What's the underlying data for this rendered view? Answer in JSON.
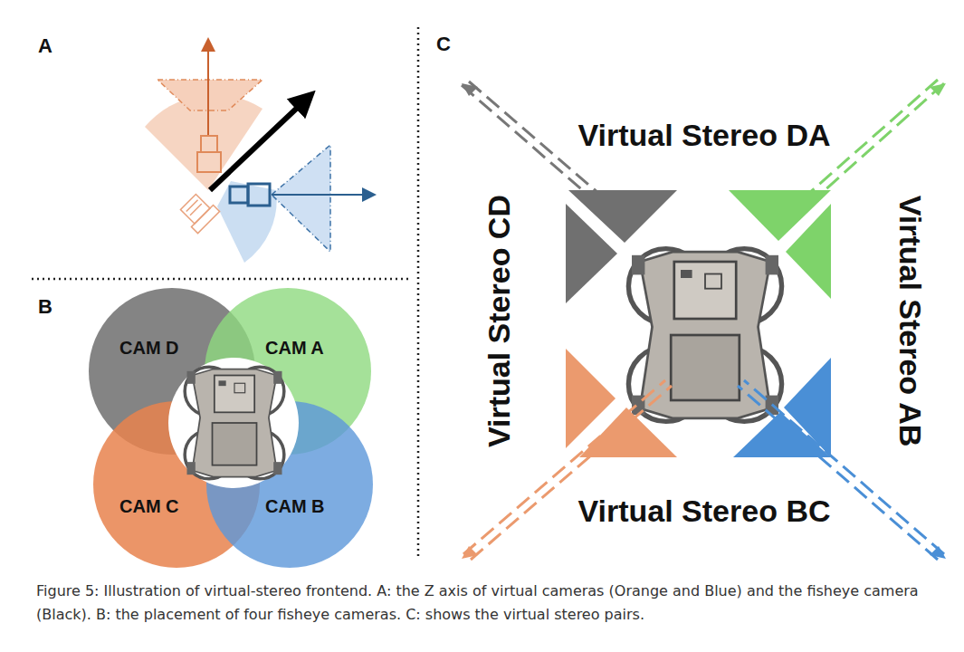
{
  "diagram": {
    "caption": "Figure 5: Illustration of virtual-stereo frontend. A: the Z axis of virtual cameras (Orange and Blue) and the fisheye camera (Black). B: the placement of four fisheye cameras. C: shows the virtual stereo pairs.",
    "nodes": [
      {
        "text": [
          "CAM D"
        ]
      },
      {
        "text": [
          "CAM A"
        ]
      },
      {
        "text": [
          "CAM C"
        ]
      },
      {
        "text": [
          "CAM B"
        ]
      }
    ],
    "labels": [
      "A",
      "B",
      "C",
      "Virtual Stereo DA",
      "Virtual Stereo CD",
      "Virtual Stereo AB",
      "Virtual Stereo BC"
    ]
  }
}
